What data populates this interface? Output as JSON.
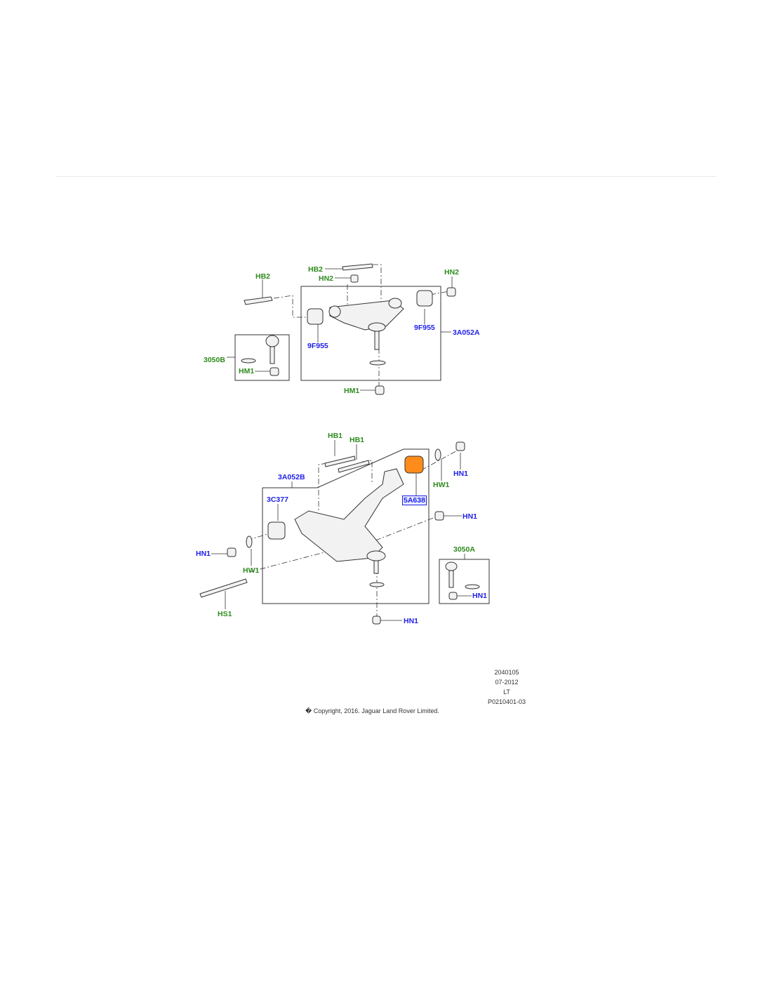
{
  "upper_diagram": {
    "callouts": [
      "HB2",
      "HB2",
      "HN2",
      "HN2",
      "9F955",
      "9F955",
      "3A052A",
      "3050B",
      "HM1",
      "HM1"
    ]
  },
  "lower_diagram": {
    "callouts": [
      "HB1",
      "HB1",
      "3A052B",
      "3C377",
      "5A638",
      "HW1",
      "HN1",
      "HN1",
      "3050A",
      "HN1",
      "HN1",
      "HW1",
      "HS1",
      "HN1"
    ],
    "highlighted_part": "5A638"
  },
  "footer": {
    "lines": [
      "2040105",
      "07-2012",
      "LT",
      "P0210401-03"
    ],
    "copyright": "� Copyright, 2016. Jaguar Land Rover Limited."
  },
  "colors": {
    "green_label": "#2e8b1e",
    "blue_label": "#2020e8",
    "highlight": "#ff8c1a"
  }
}
